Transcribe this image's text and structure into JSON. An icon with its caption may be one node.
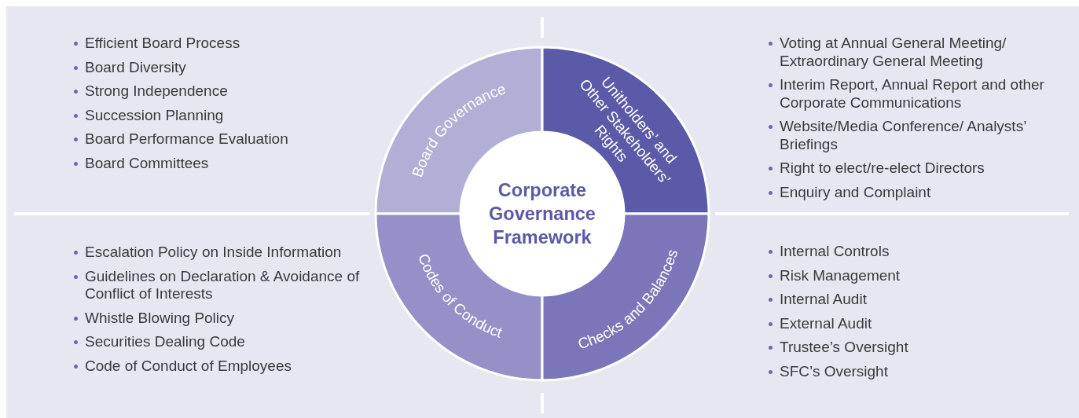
{
  "diagram": {
    "nodes": [
      {
        "text": [
          "Corporate Governance Framework"
        ]
      },
      {
        "text": [
          "Board Governance"
        ],
        "beside": [
          "Efficient Board Process",
          "Board Diversity",
          "Strong Independence",
          "Succession Planning",
          "Board Performance Evaluation",
          "Board Committees"
        ]
      },
      {
        "text": [
          "Unitholders’ and Other Stakeholders’ Rights"
        ],
        "beside": [
          "Voting at Annual General Meeting/ Extraordinary General Meeting",
          "Interim Report, Annual Report and other Corporate Communications",
          "Website/Media Conference/ Analysts’ Briefings",
          "Right to elect/re-elect Directors",
          "Enquiry and Complaint"
        ]
      },
      {
        "text": [
          "Codes of Conduct"
        ],
        "beside": [
          "Escalation Policy on Inside Information",
          "Guidelines on Declaration & Avoidance of Conflict of Interests",
          "Whistle Blowing Policy",
          "Securities Dealing Code",
          "Code of Conduct of Employees"
        ]
      },
      {
        "text": [
          "Checks and Balances"
        ],
        "beside": [
          "Internal Controls",
          "Risk Management",
          "Internal Audit",
          "External Audit",
          "Trustee’s Oversight",
          "SFC’s Oversight"
        ]
      }
    ],
    "edges": []
  }
}
